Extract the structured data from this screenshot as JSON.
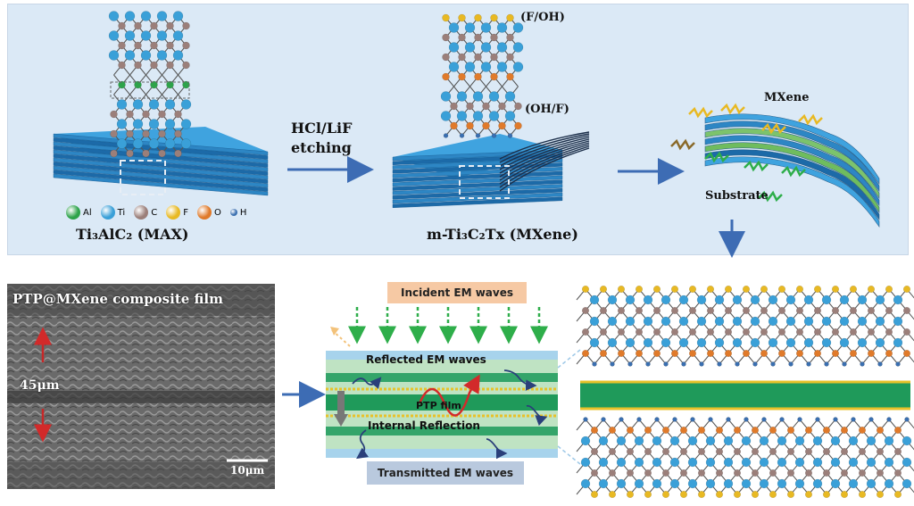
{
  "labels": {
    "max": "Ti₃AlC₂ (MAX)",
    "mxene_m": "m-Ti₃C₂Tx (MXene)",
    "fo_top": "(F/OH)",
    "fo_bottom": "(OH/F)",
    "etch_line1": "HCl/LiF",
    "etch_line2": "etching",
    "mxene": "MXene",
    "substrate": "Substrate",
    "sem_title": "PTP@MXene composite film",
    "thickness": "45μm",
    "scale": "10μm",
    "incident": "Incident EM waves",
    "reflected": "Reflected EM waves",
    "ptp_film": "PTP film",
    "internal": "Internal Reflection",
    "transmitted": "Transmitted EM waves"
  },
  "legend": [
    {
      "symbol": "Al",
      "color": "#2ea34a"
    },
    {
      "symbol": "Ti",
      "color": "#3aa0d8"
    },
    {
      "symbol": "C",
      "color": "#9b7f7a"
    },
    {
      "symbol": "F",
      "color": "#e8b923"
    },
    {
      "symbol": "O",
      "color": "#e07a2a"
    },
    {
      "symbol": "H",
      "color": "#3a6fb0"
    }
  ],
  "colors": {
    "panel_bg": "#dbe9f6",
    "arrow": "#3d6cb4",
    "sheet_blue": "#2d8fcf",
    "green_layer": "#1f9a5a",
    "yellow_edge": "#e8c22a",
    "wave_red": "#d22a2a",
    "wave_navy": "#2a3f7a"
  }
}
